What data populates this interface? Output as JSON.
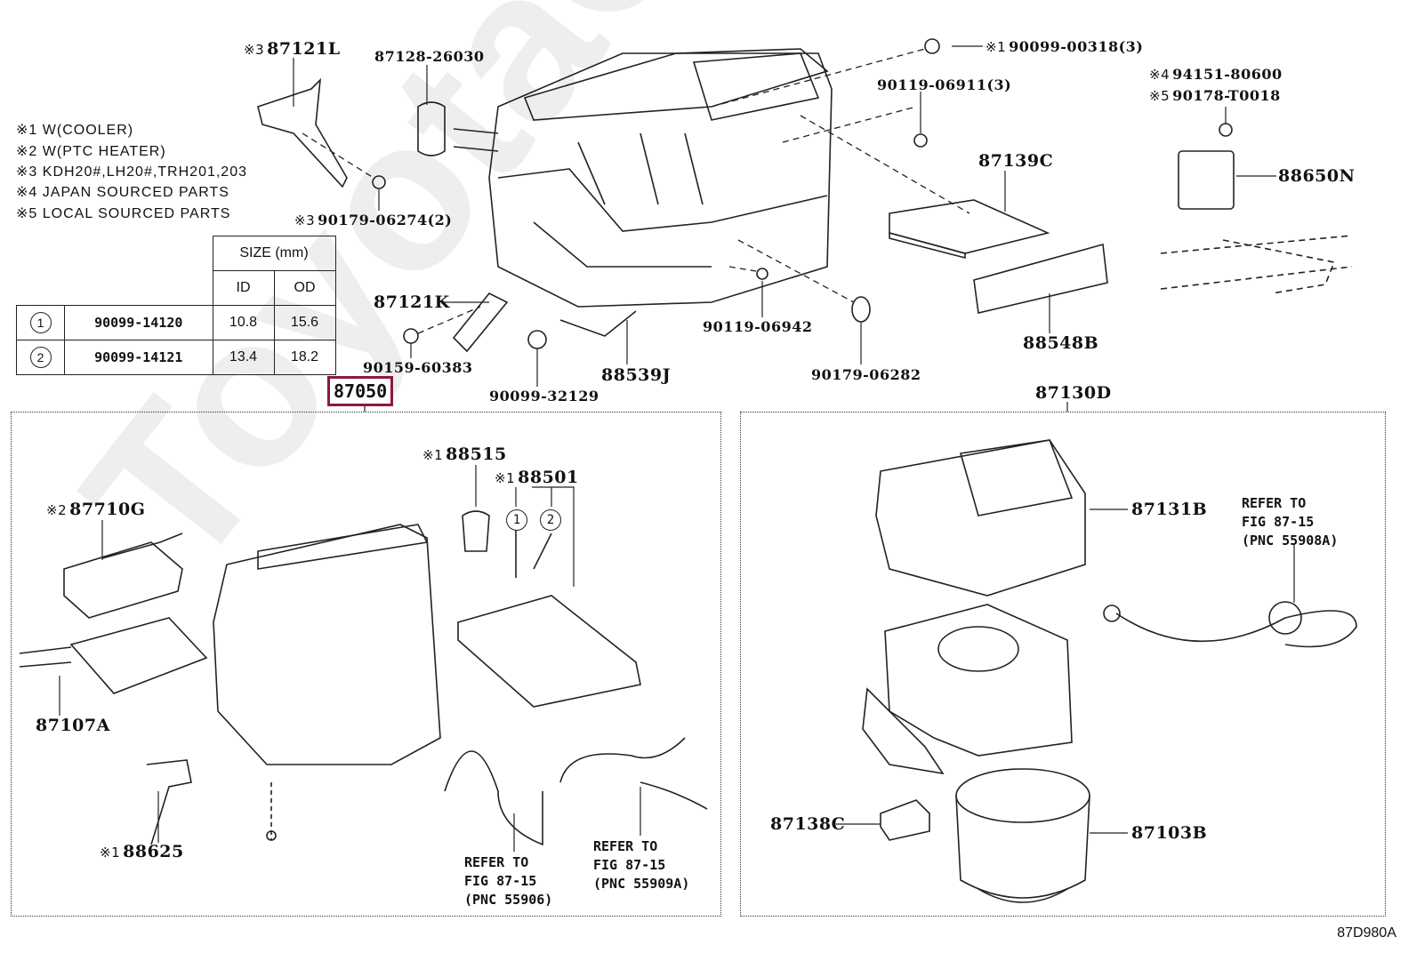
{
  "watermark": "ToyotaCarMire.ru",
  "legend_notes": [
    {
      "mark": "※1",
      "text": "W(COOLER)"
    },
    {
      "mark": "※2",
      "text": "W(PTC HEATER)"
    },
    {
      "mark": "※3",
      "text": "KDH20#,LH20#,TRH201,203"
    },
    {
      "mark": "※4",
      "text": "JAPAN SOURCED PARTS"
    },
    {
      "mark": "※5",
      "text": "LOCAL SOURCED PARTS"
    }
  ],
  "size_table": {
    "header": "SIZE (mm)",
    "columns": [
      "ID",
      "OD"
    ],
    "rows": [
      {
        "index": "1",
        "part": "90099-14120",
        "id": "10.8",
        "od": "15.6"
      },
      {
        "index": "2",
        "part": "90099-14121",
        "id": "13.4",
        "od": "18.2"
      }
    ]
  },
  "parts": {
    "p87121L": {
      "mark": "※3",
      "num": "87121L"
    },
    "p87128": {
      "mark": "",
      "num": "87128-26030"
    },
    "p90179_06274": {
      "mark": "※3",
      "num": "90179-06274(2)"
    },
    "p90099_00318": {
      "mark": "※1",
      "num": "90099-00318(3)"
    },
    "p90119_06911": {
      "mark": "",
      "num": "90119-06911(3)"
    },
    "p94151": {
      "mark": "※4",
      "num": "94151-80600"
    },
    "p90178": {
      "mark": "※5",
      "num": "90178-T0018"
    },
    "p88650N": {
      "mark": "",
      "num": "88650N"
    },
    "p87139C": {
      "mark": "",
      "num": "87139C"
    },
    "p88548B": {
      "mark": "",
      "num": "88548B"
    },
    "p87121K": {
      "mark": "",
      "num": "87121K"
    },
    "p90119_06942": {
      "mark": "",
      "num": "90119-06942"
    },
    "p90179_06282": {
      "mark": "",
      "num": "90179-06282"
    },
    "p90159": {
      "mark": "",
      "num": "90159-60383"
    },
    "p90099_32129": {
      "mark": "",
      "num": "90099-32129"
    },
    "p88539J": {
      "mark": "",
      "num": "88539J"
    },
    "p87050": {
      "mark": "",
      "num": "87050"
    },
    "p87130D": {
      "mark": "",
      "num": "87130D"
    },
    "p88515": {
      "mark": "※1",
      "num": "88515"
    },
    "p88501": {
      "mark": "※1",
      "num": "88501"
    },
    "p87710G": {
      "mark": "※2",
      "num": "87710G"
    },
    "p87107A": {
      "mark": "",
      "num": "87107A"
    },
    "p88625": {
      "mark": "※1",
      "num": "88625"
    },
    "p87131B": {
      "mark": "",
      "num": "87131B"
    },
    "p87138C": {
      "mark": "",
      "num": "87138C"
    },
    "p87103B": {
      "mark": "",
      "num": "87103B"
    }
  },
  "refs": {
    "r55906": "REFER TO\nFIG 87-15\n(PNC 55906)",
    "r55909A": "REFER TO\nFIG 87-15\n(PNC 55909A)",
    "r55908A": "REFER TO\nFIG 87-15\n(PNC 55908A)"
  },
  "callout_circles": [
    "1",
    "2"
  ],
  "figure_code": "87D980A",
  "highlight_color": "#8b1a3a"
}
